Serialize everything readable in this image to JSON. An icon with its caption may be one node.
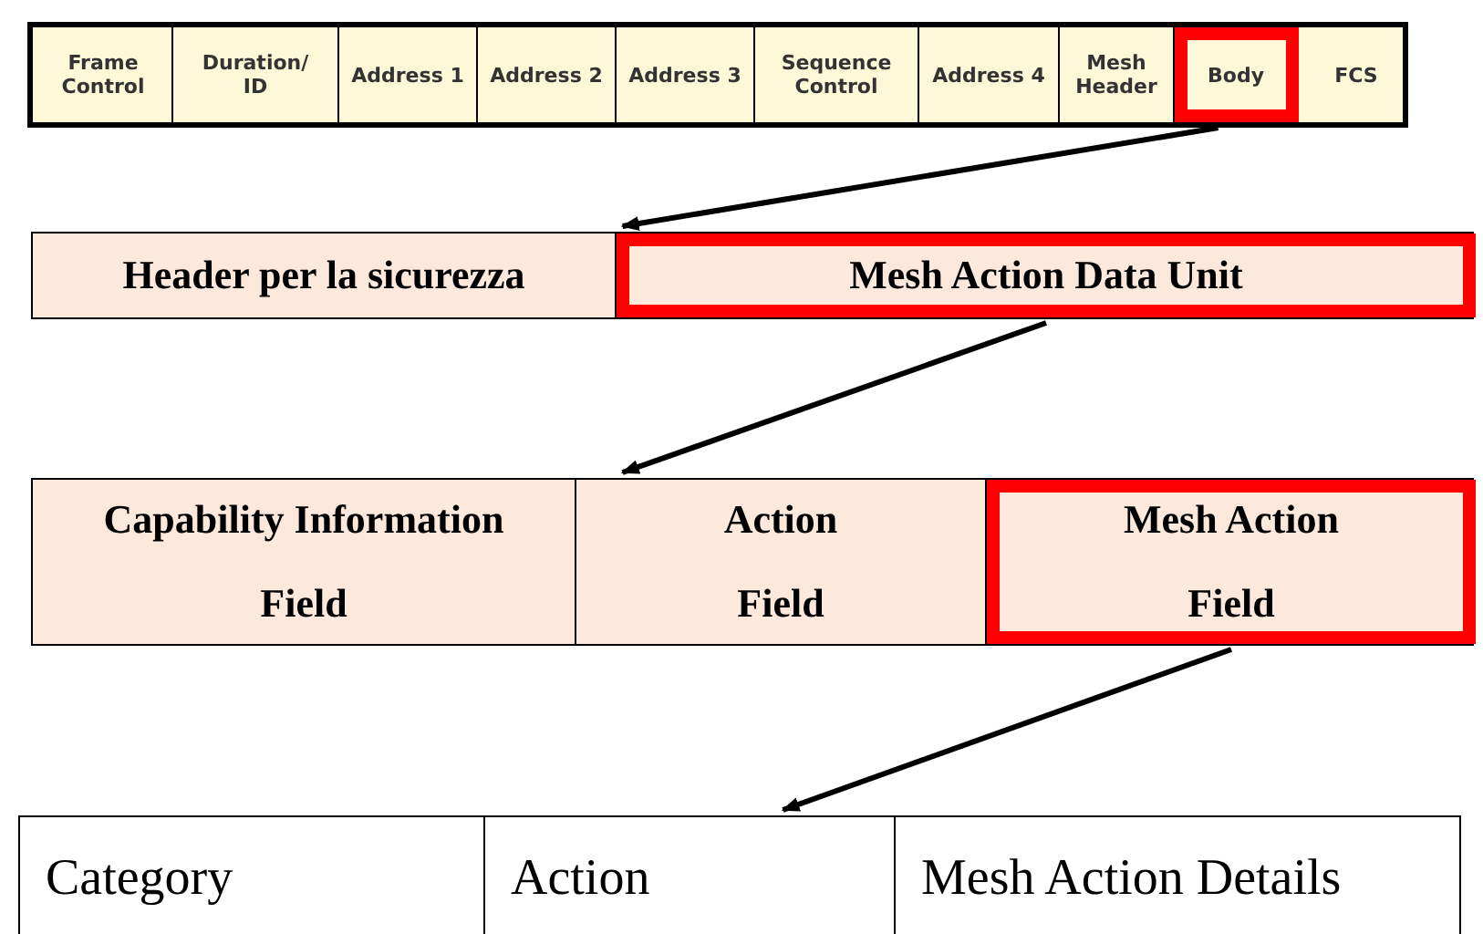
{
  "diagram": {
    "nodes": [
      {
        "text": [],
        "shape": "box"
      },
      {
        "text": [
          "Frame Control"
        ],
        "in": 0
      },
      {
        "text": [
          "Duration/ ID"
        ],
        "in": 0
      },
      {
        "text": [
          "Address 1"
        ],
        "in": 0
      },
      {
        "text": [
          "Address 2"
        ],
        "in": 0
      },
      {
        "text": [
          "Address 3"
        ],
        "in": 0
      },
      {
        "text": [
          "Sequence Control"
        ],
        "in": 0
      },
      {
        "text": [
          "Address 4"
        ],
        "in": 0
      },
      {
        "text": [
          "Mesh Header"
        ],
        "in": 0
      },
      {
        "text": [
          "Body"
        ],
        "in": 0
      },
      {
        "text": [
          "FCS"
        ],
        "in": 0
      },
      {
        "text": [],
        "shape": "box"
      },
      {
        "text": [
          "Header per la sicurezza"
        ],
        "in": 11
      },
      {
        "text": [
          "Mesh Action Data Unit"
        ],
        "in": 11
      },
      {
        "text": [],
        "shape": "box"
      },
      {
        "text": [
          "Capability Information Field"
        ],
        "in": 14
      },
      {
        "text": [
          "Action Field"
        ],
        "in": 14
      },
      {
        "text": [
          "Mesh Action Field"
        ],
        "in": 14
      },
      {
        "text": [],
        "shape": "box"
      },
      {
        "text": [
          "Category"
        ],
        "in": 18
      },
      {
        "text": [
          "Action"
        ],
        "in": 18
      },
      {
        "text": [
          "Mesh Action Details"
        ],
        "in": 18
      }
    ],
    "edges": [
      {
        "from": 9,
        "to": 11,
        "arrow": "to"
      },
      {
        "from": 13,
        "to": 14,
        "arrow": "to"
      },
      {
        "from": 17,
        "to": 18,
        "arrow": "to"
      }
    ]
  }
}
